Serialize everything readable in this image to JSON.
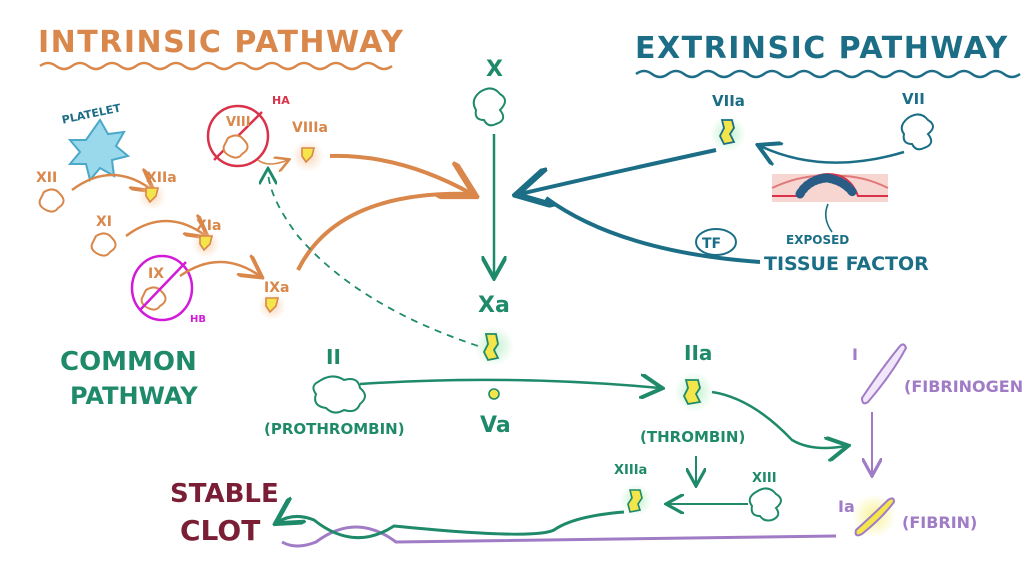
{
  "titles": {
    "intrinsic": "INTRINSIC PATHWAY",
    "extrinsic": "EXTRINSIC PATHWAY",
    "common": [
      "COMMON",
      "PATHWAY"
    ]
  },
  "intrinsic": {
    "platelet": "PLATELET",
    "xii": "XII",
    "xiia": "XIIa",
    "xi": "XI",
    "xia": "XIa",
    "ix": "IX",
    "ixa": "IXa",
    "viii": "VIII",
    "viiia": "VIIIa",
    "ha": "HA",
    "hb": "HB"
  },
  "extrinsic": {
    "vii": "VII",
    "viia": "VIIa",
    "tf": "TF",
    "exposed": "EXPOSED",
    "tissue_factor": "TISSUE FACTOR"
  },
  "common": {
    "x": "X",
    "xa": "Xa",
    "va": "Va",
    "ii": "II",
    "prothrombin": "(PROTHROMBIN)",
    "iia": "IIa",
    "thrombin": "(THROMBIN)",
    "i": "I",
    "fibrinogen": "(FIBRINOGEN",
    "ia": "Ia",
    "fibrin": "(FIBRIN)",
    "xiii": "XIII",
    "xiiia": "XIIIa",
    "stable_clot": [
      "STABLE",
      "CLOT"
    ]
  },
  "colors": {
    "orange": "#d9874a",
    "teal": "#1b6e86",
    "green": "#1f8a6a",
    "red": "#d9324a",
    "magenta": "#d21bd8",
    "purple": "#a07bc6",
    "maroon": "#7a1e36",
    "yellow": "#f4e64a",
    "platelet": "#6ec4e0"
  }
}
